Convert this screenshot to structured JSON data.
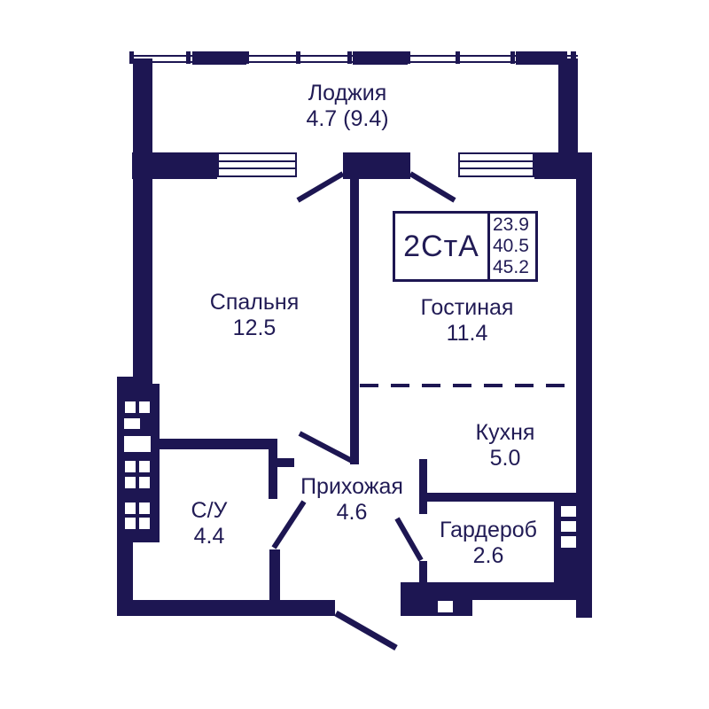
{
  "plan": {
    "title": "apartment-floor-plan",
    "unit_label": "2СтА",
    "unit_areas": [
      "23.9",
      "40.5",
      "45.2"
    ],
    "rooms": [
      {
        "name": "Лоджия",
        "area": "4.7 (9.4)"
      },
      {
        "name": "Спальня",
        "area": "12.5"
      },
      {
        "name": "Гостиная",
        "area": "11.4"
      },
      {
        "name": "Кухня",
        "area": "5.0"
      },
      {
        "name": "Прихожая",
        "area": "4.6"
      },
      {
        "name": "С/У",
        "area": "4.4"
      },
      {
        "name": "Гардероб",
        "area": "2.6"
      }
    ],
    "colors": {
      "wall": "#1d1652",
      "text": "#211b55",
      "background": "#ffffff"
    }
  }
}
